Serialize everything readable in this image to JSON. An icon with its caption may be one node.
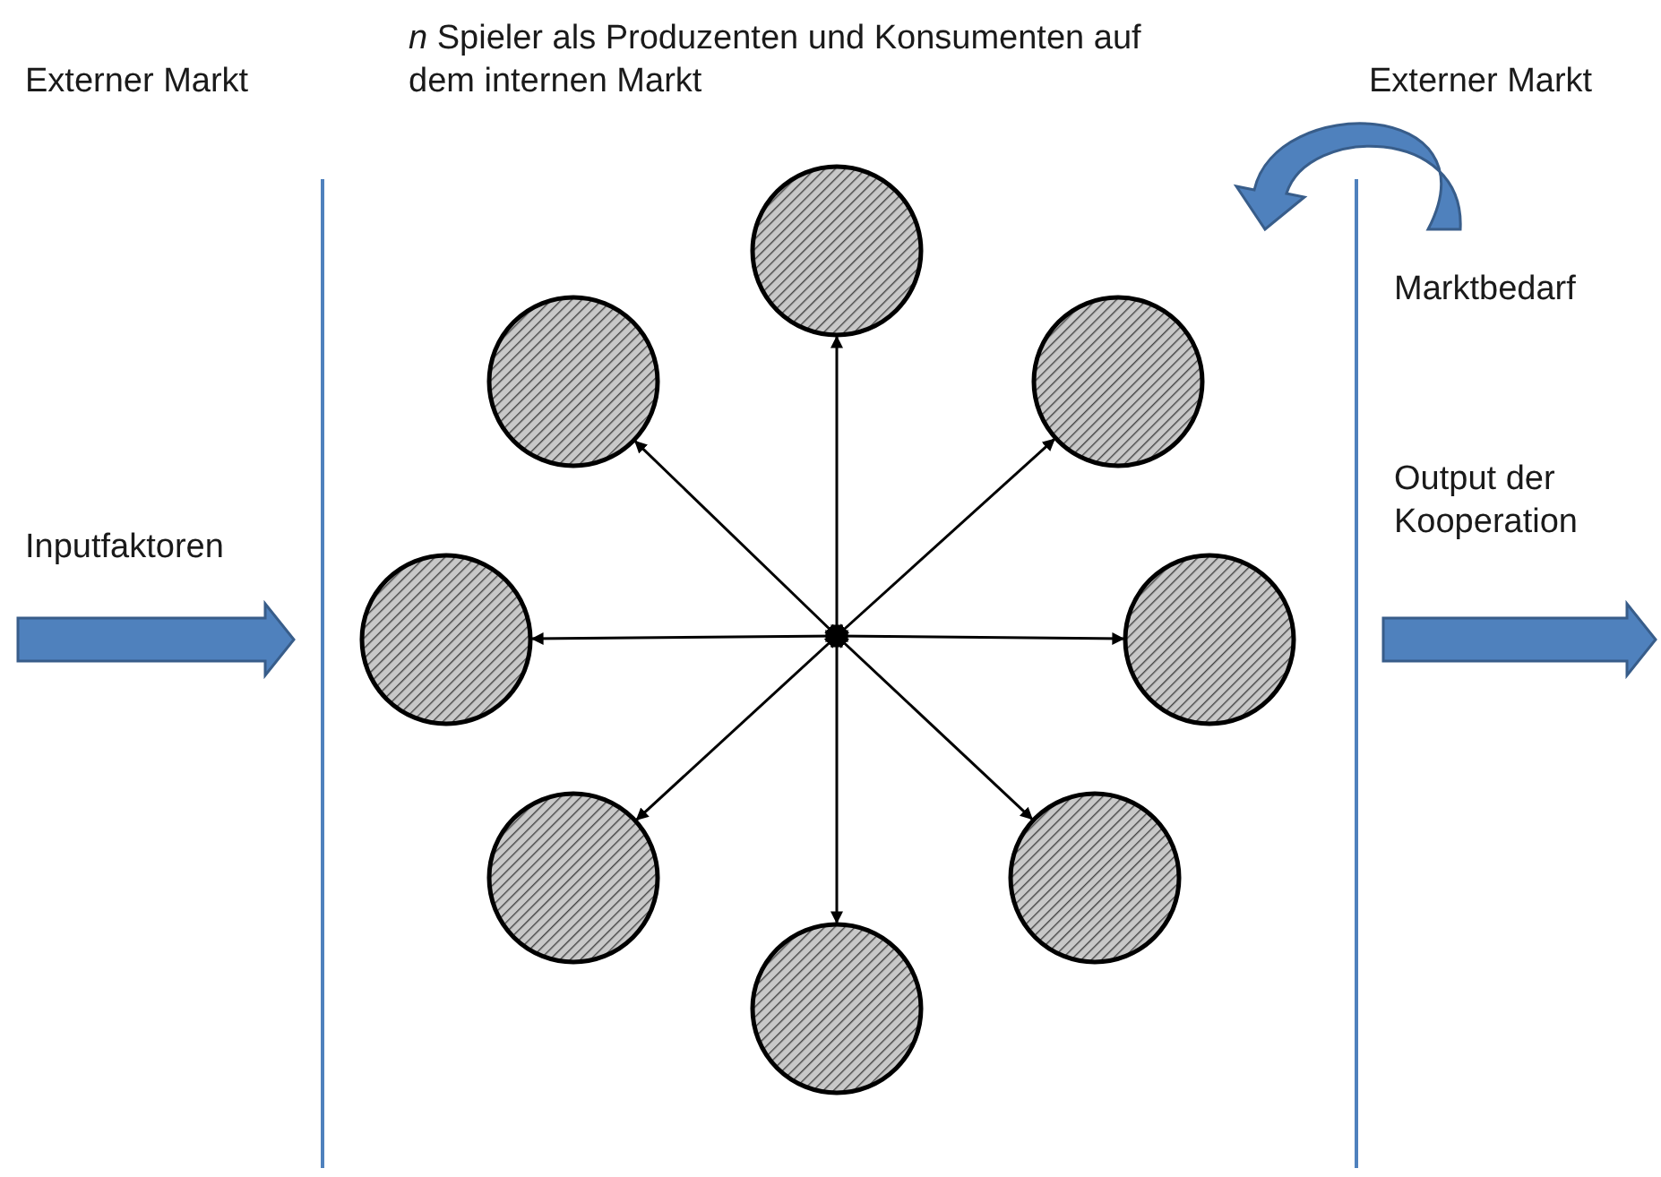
{
  "diagram": {
    "nodes": [
      {
        "text": [],
        "shape": "circle"
      },
      {
        "text": [],
        "shape": "circle"
      },
      {
        "text": [],
        "shape": "circle"
      },
      {
        "text": [],
        "shape": "circle"
      },
      {
        "text": [],
        "shape": "circle"
      },
      {
        "text": [],
        "shape": "circle"
      },
      {
        "text": [],
        "shape": "circle"
      },
      {
        "text": [],
        "shape": "circle"
      }
    ],
    "edges": [
      {
        "from": null,
        "to": 0,
        "arrow": "both"
      },
      {
        "from": null,
        "to": 1,
        "arrow": "both"
      },
      {
        "from": null,
        "to": 2,
        "arrow": "both"
      },
      {
        "from": null,
        "to": 3,
        "arrow": "both"
      },
      {
        "from": null,
        "to": 4,
        "arrow": "both"
      },
      {
        "from": null,
        "to": 5,
        "arrow": "both"
      },
      {
        "from": null,
        "to": 6,
        "arrow": "both"
      },
      {
        "from": null,
        "to": 7,
        "arrow": "both"
      }
    ],
    "labels": [
      "Externer Markt",
      "*n* Spieler als Produzenten und Konsumenten auf dem internen Markt",
      "Externer Markt",
      "Marktbedarf",
      "Inputfaktoren",
      "Output der Kooperation"
    ]
  }
}
